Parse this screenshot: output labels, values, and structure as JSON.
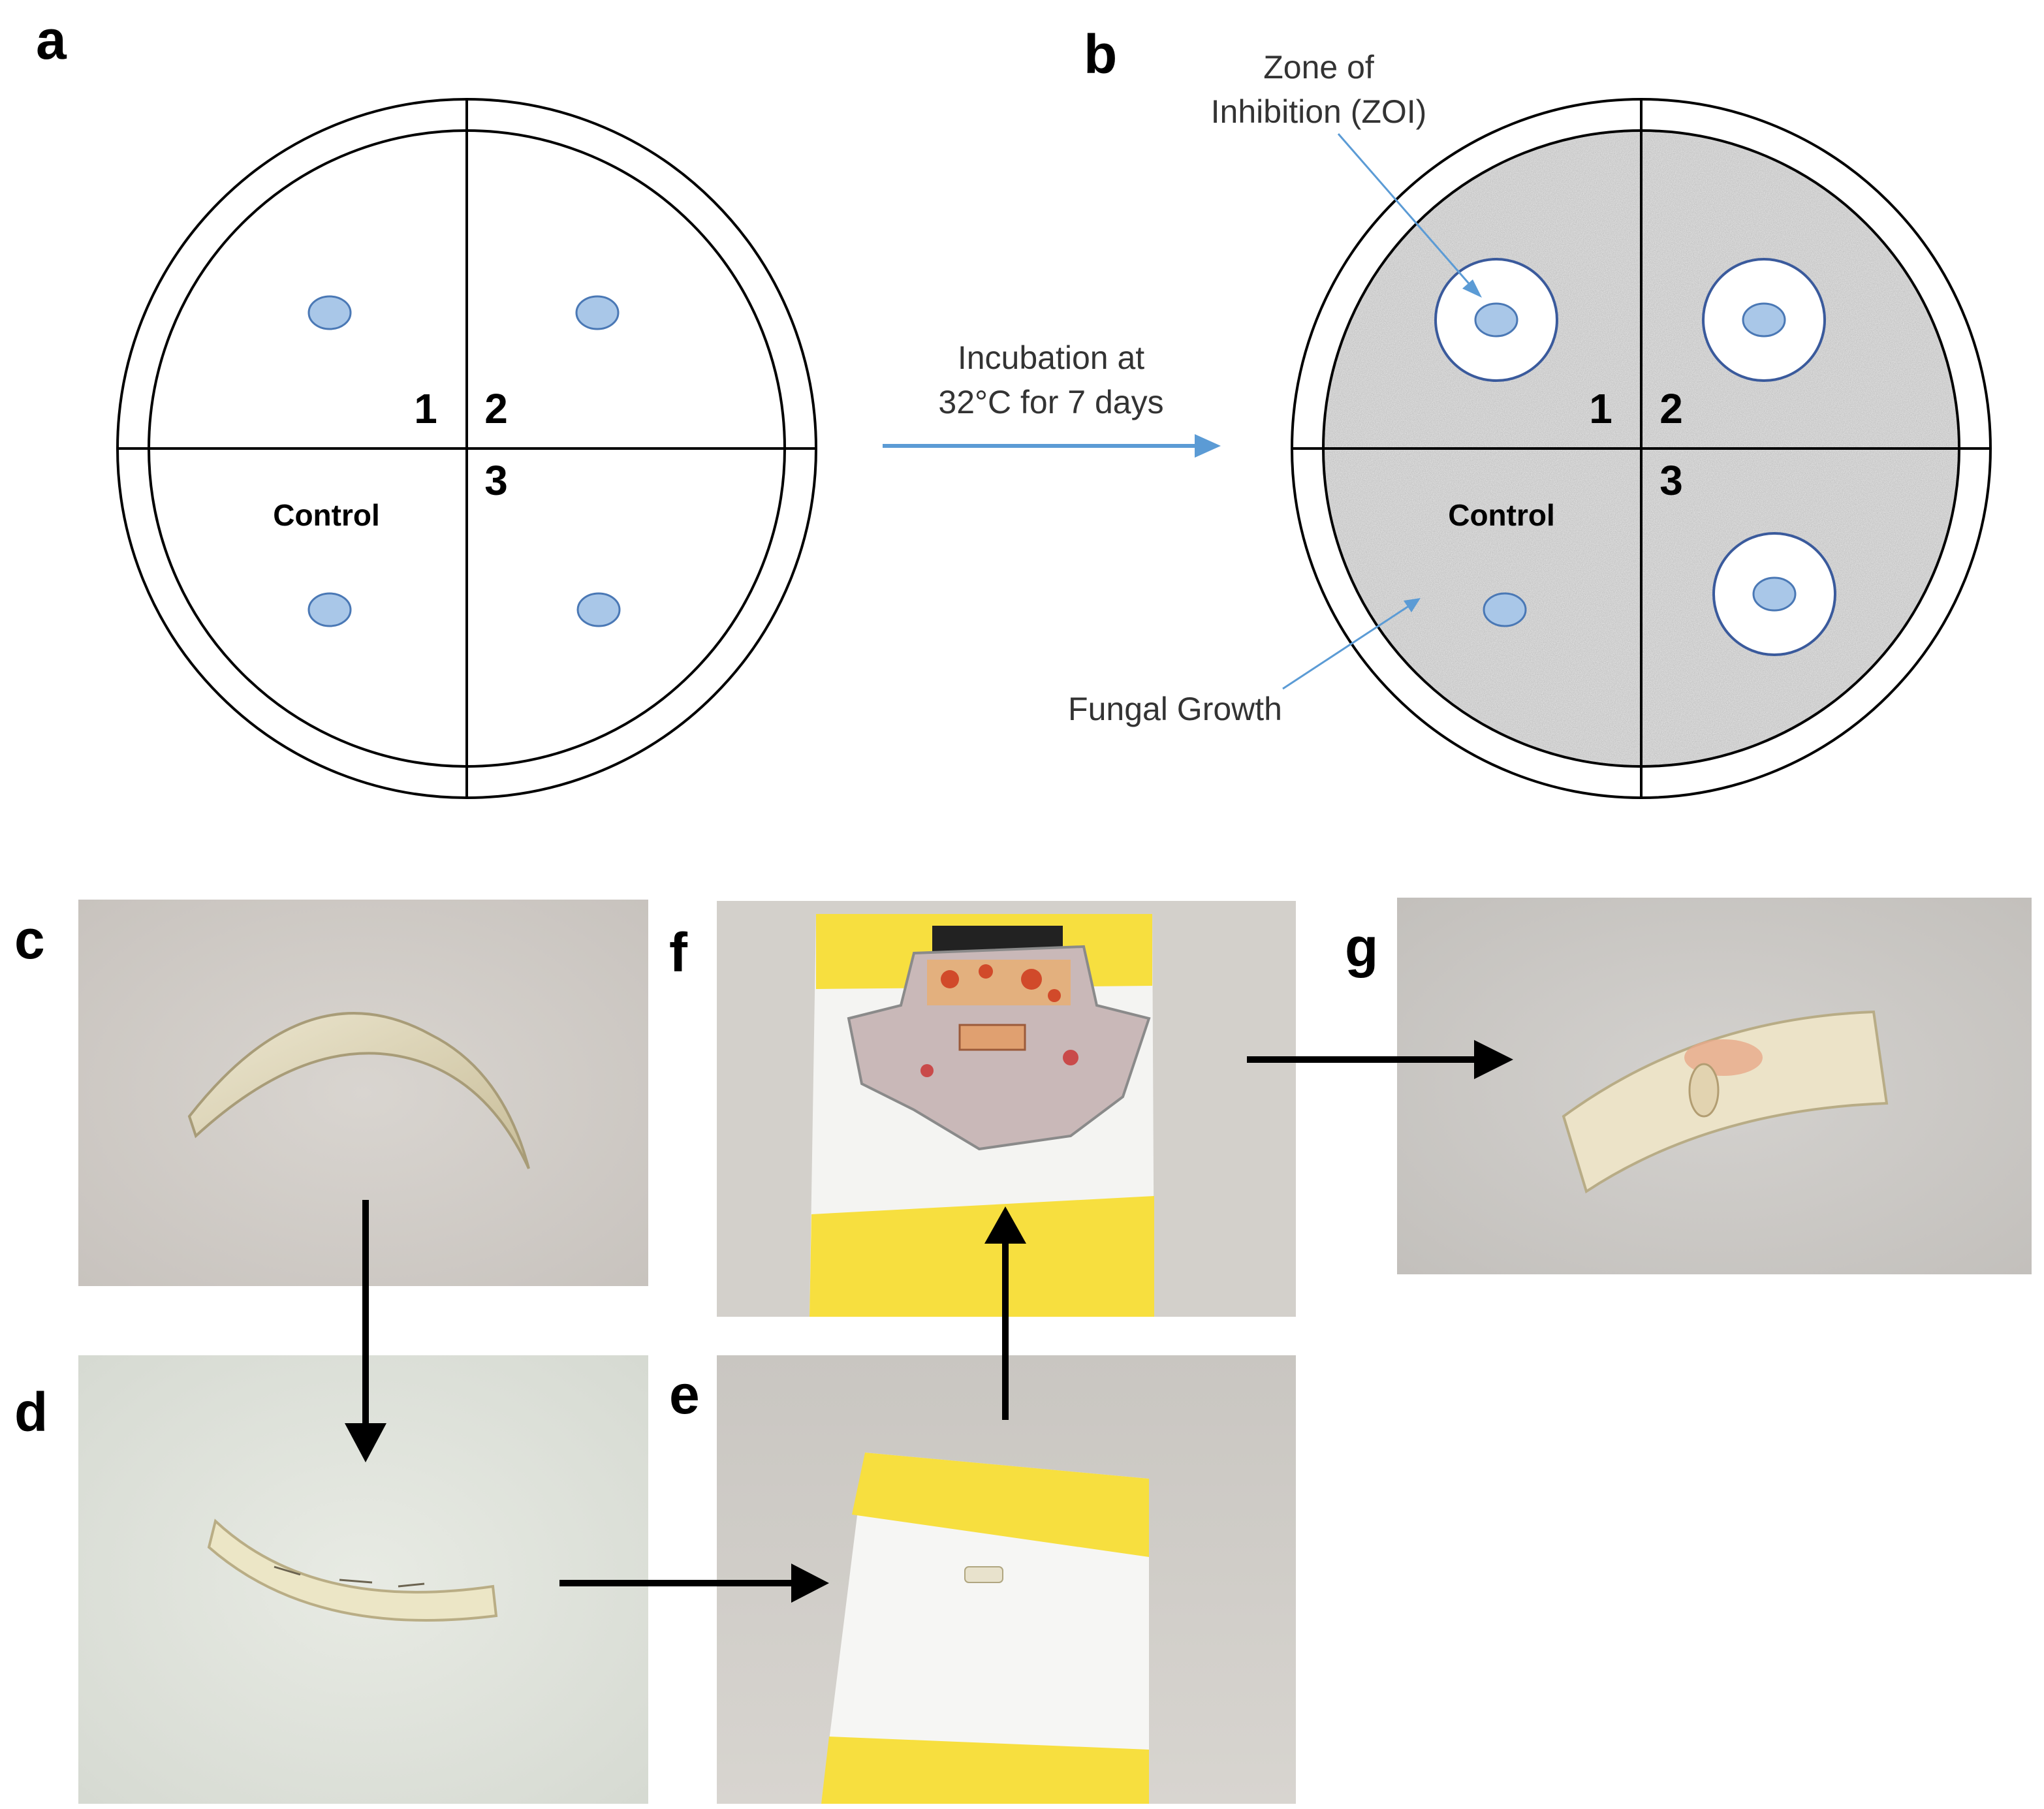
{
  "panels": {
    "a": "a",
    "b": "b",
    "c": "c",
    "d": "d",
    "e": "e",
    "f": "f",
    "g": "g"
  },
  "plate_a": {
    "quadrant_1": "1",
    "quadrant_2": "2",
    "quadrant_3": "3",
    "control": "Control"
  },
  "plate_b": {
    "quadrant_1": "1",
    "quadrant_2": "2",
    "quadrant_3": "3",
    "control": "Control",
    "zoi_line1": "Zone of",
    "zoi_line2": "Inhibition (ZOI)",
    "fungal_growth": "Fungal Growth"
  },
  "incubation": {
    "line1": "Incubation at",
    "line2": "32°C for 7 days"
  },
  "colors": {
    "disk_fill": "#a9c7e8",
    "disk_stroke": "#4a78b5",
    "arrow_blue": "#5b9bd5",
    "zoi_ring": "#3a5a9c",
    "growth": "#dcdcdc",
    "yellow_tape": "#f7df3f"
  }
}
